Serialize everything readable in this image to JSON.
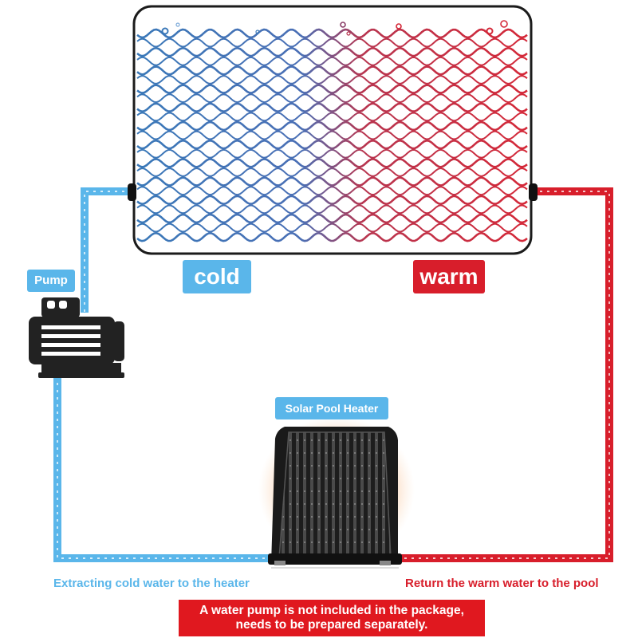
{
  "labels": {
    "cold": "cold",
    "warm": "warm",
    "pump": "Pump",
    "heater": "Solar Pool Heater"
  },
  "captions": {
    "left": "Extracting cold water to the heater",
    "right": "Return the warm water to the pool"
  },
  "notice": {
    "line1": "A water pump is not included in the package,",
    "line2": "needs to be prepared separately."
  },
  "icons": {
    "pool": "pool-icon",
    "pump": "pump-icon",
    "heater": "solar-panel-icon"
  },
  "colors": {
    "cold": "#5ab6ea",
    "warm": "#d81e2b",
    "pool_cold_wave": "#3a78b8",
    "pool_warm_wave": "#d42838",
    "notice_bg": "#e0181f",
    "pump_body": "#222222"
  }
}
